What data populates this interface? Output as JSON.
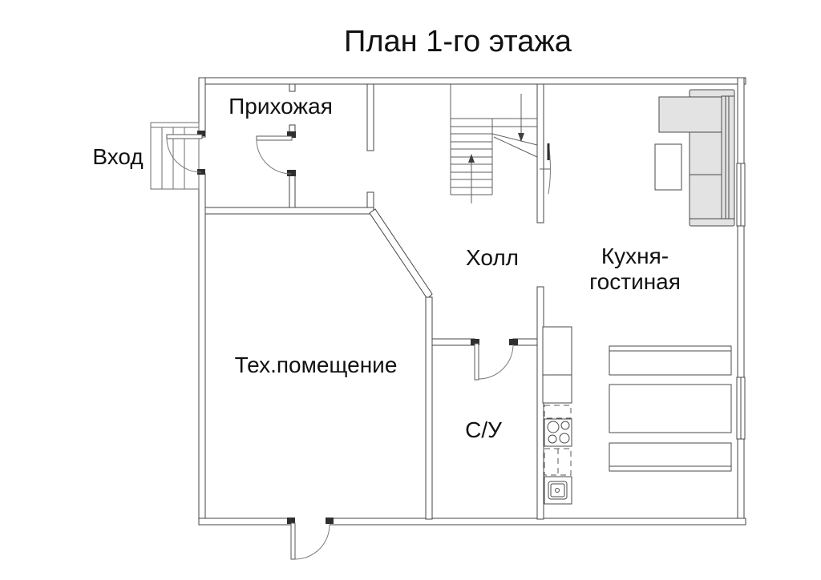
{
  "title": "План 1-го этажа",
  "labels": {
    "entrance": "Вход",
    "entry_hall": "Прихожая",
    "hall": "Холл",
    "kitchen_line1": "Кухня-",
    "kitchen_line2": "гостиная",
    "tech_room": "Тех.помещение",
    "bathroom": "С/У"
  },
  "colors": {
    "background": "#ffffff",
    "wall_stroke": "#454545",
    "thin_line": "#5f5f5f",
    "sofa_fill": "#e3e3e3",
    "text": "#111111"
  }
}
